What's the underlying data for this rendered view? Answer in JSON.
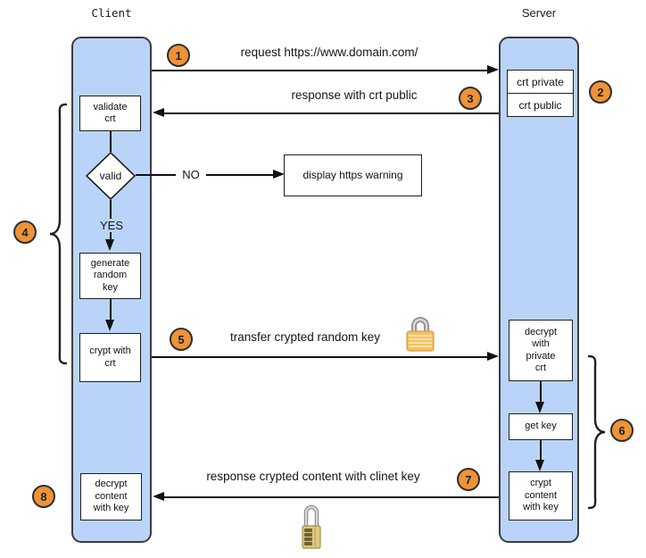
{
  "client": {
    "title": "Client",
    "validate_box": "validate crt",
    "decision_label": "valid",
    "yes_label": "YES",
    "no_label": "NO",
    "warning_box": "display https warning",
    "generate_box": "generate random key",
    "crypt_box": "crypt with crt",
    "decrypt_box": "decrypt content with key"
  },
  "server": {
    "title": "Server",
    "crt_private": "crt private",
    "crt_public": "crt public",
    "decrypt_box": "decrypt with private crt",
    "get_key_box": "get key",
    "crypt_box": "crypt content with key"
  },
  "messages": {
    "request": {
      "badge": "1",
      "label": "request https://www.domain.com/"
    },
    "server_cert": {
      "badge": "2"
    },
    "response_cert": {
      "badge": "3",
      "label": "response with crt public"
    },
    "client_steps": {
      "badge": "4"
    },
    "transfer_key": {
      "badge": "5",
      "label": "transfer crypted random key"
    },
    "server_steps": {
      "badge": "6"
    },
    "response_content": {
      "badge": "7",
      "label": "response crypted content with clinet key"
    },
    "client_decrypt": {
      "badge": "8"
    }
  },
  "icons": {
    "transfer_lock": "padlock-icon",
    "content_lock": "combination-lock-icon"
  },
  "colors": {
    "lane_fill": "#BAD4F9",
    "lane_stroke": "#3D3D3D",
    "badge_fill": "#EE9336",
    "line": "#111111",
    "lock_gold": "#F2C263",
    "lock_brass": "#DCC97E"
  }
}
